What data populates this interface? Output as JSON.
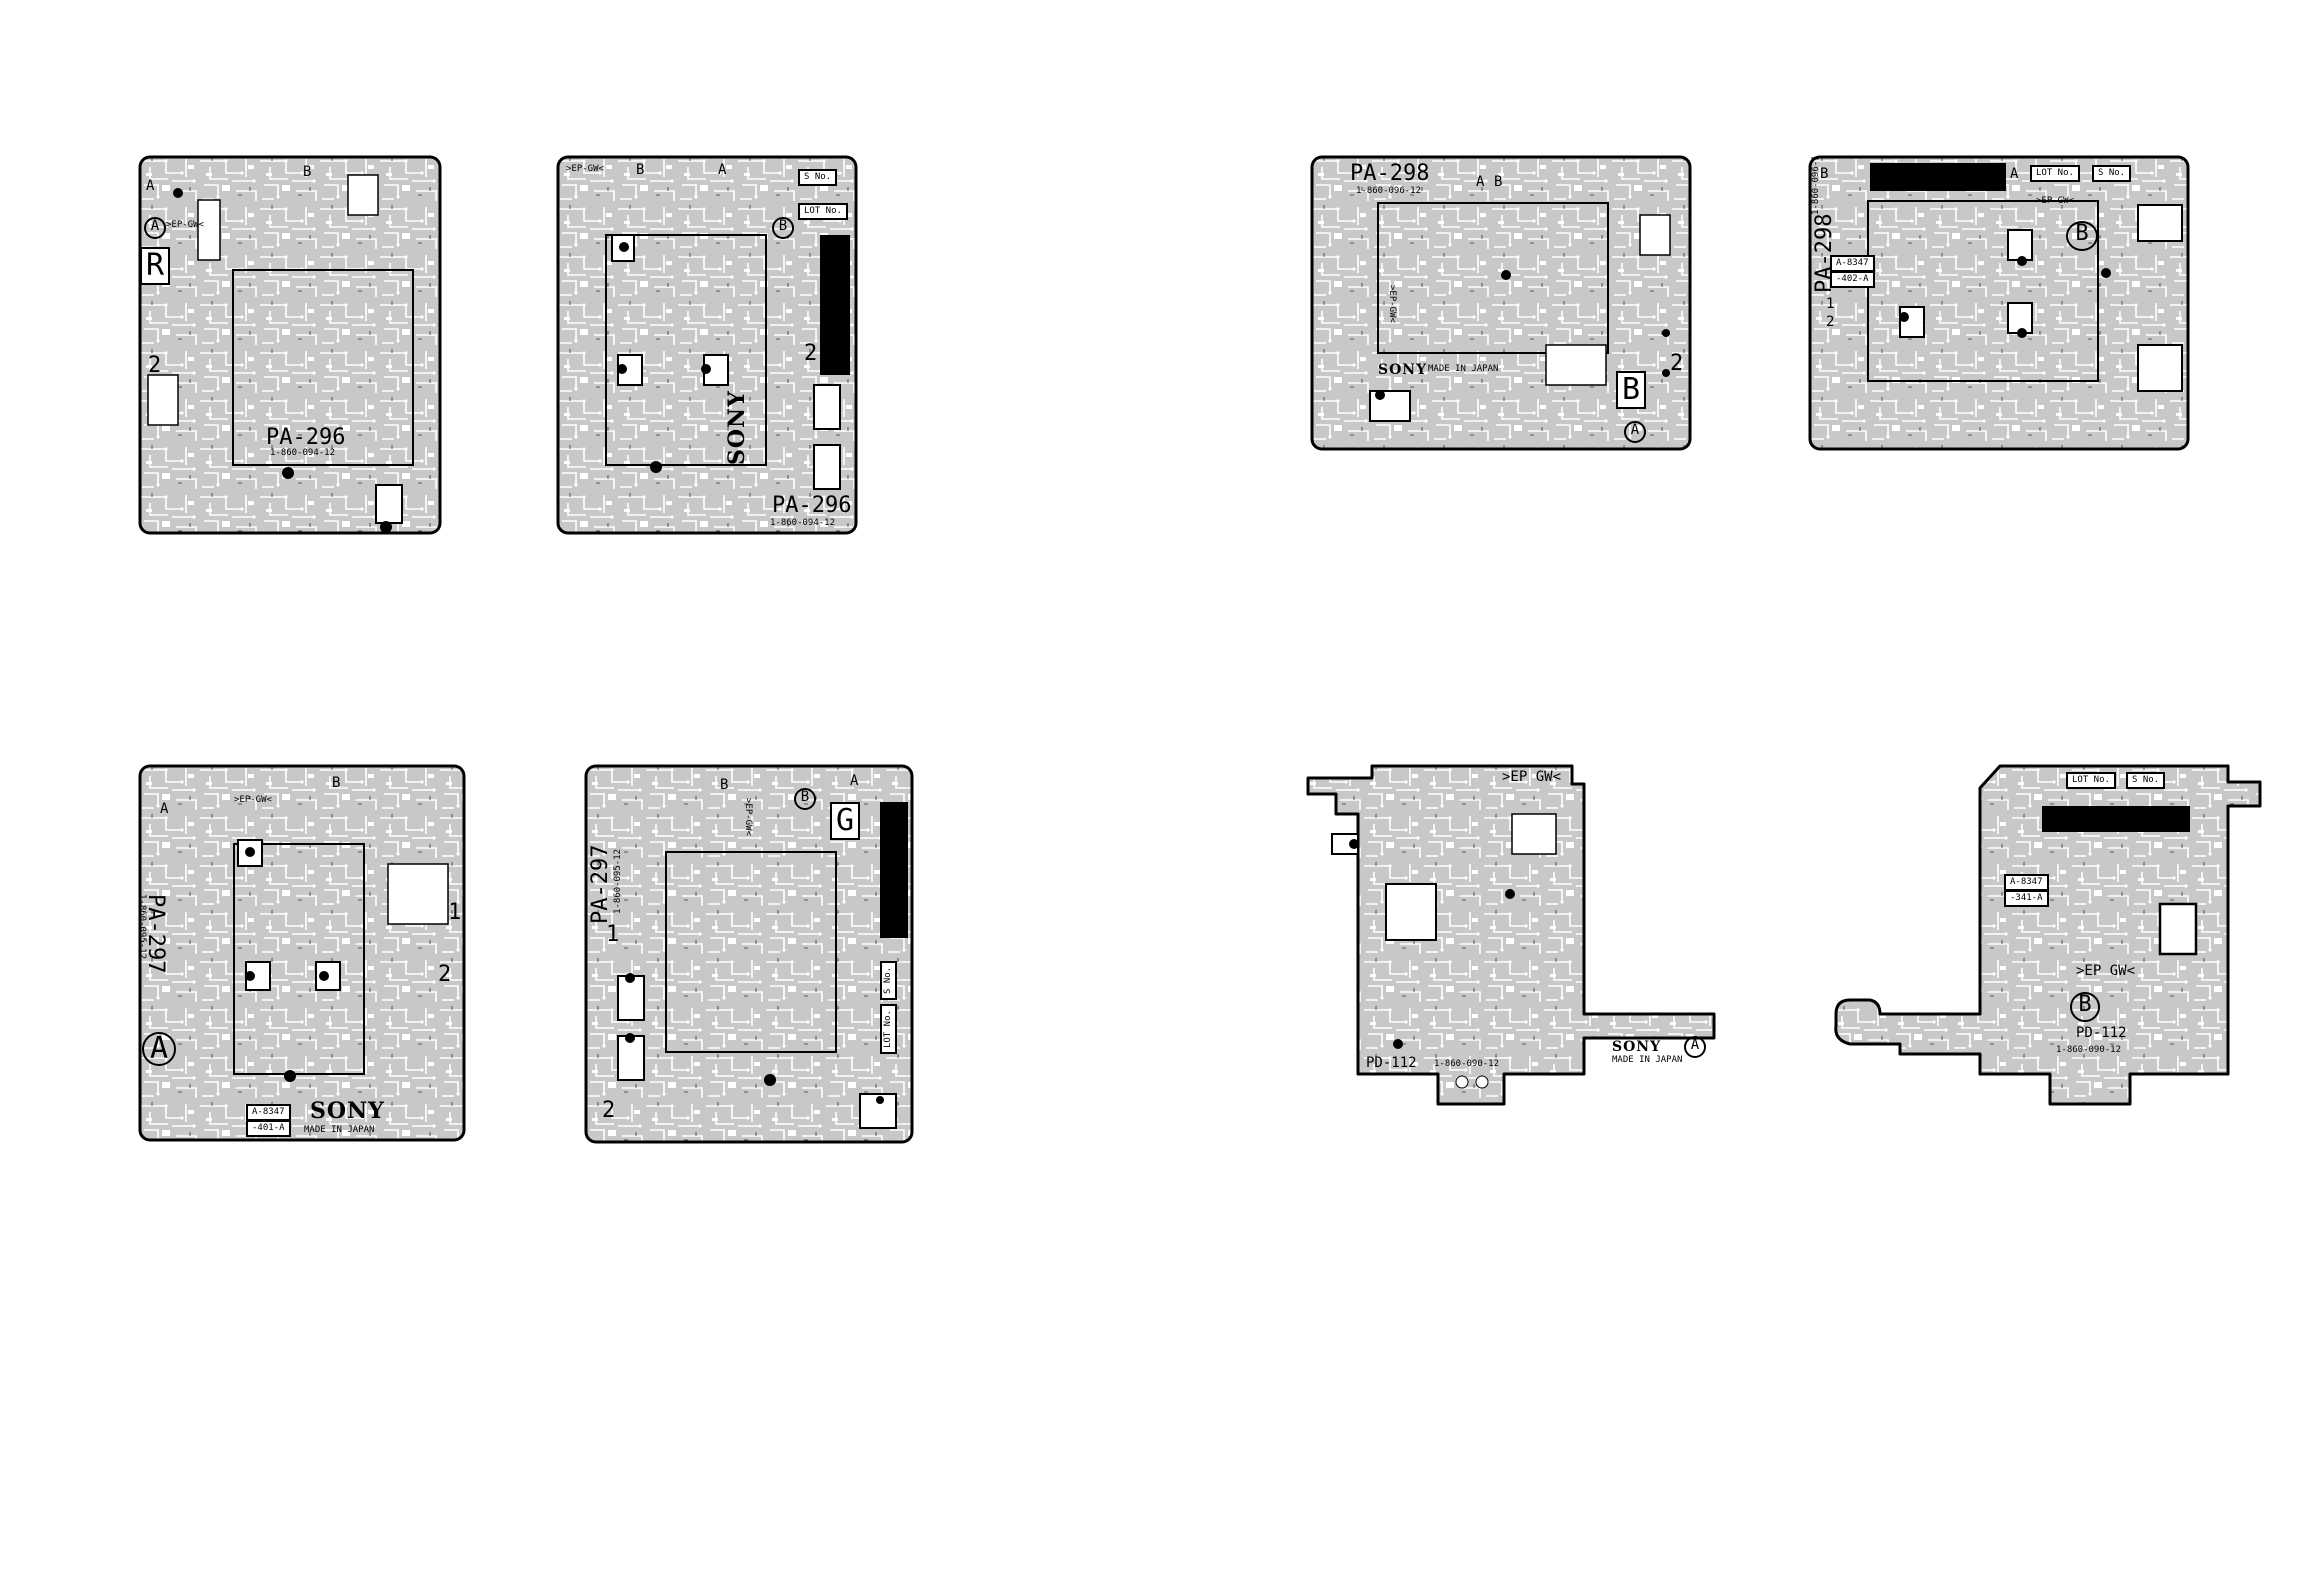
{
  "boards": {
    "pa296_a": {
      "model": "PA-296",
      "part": "1-860-094-12",
      "side_a": "A",
      "side_b": "B",
      "side_r": "R",
      "circle": "A",
      "ep": ">EP-GW<",
      "num2": "2"
    },
    "pa296_b": {
      "model": "PA-296",
      "part": "1-860-094-12",
      "side_a": "A",
      "side_b": "B",
      "circle": "B",
      "ep": ">EP-GW<",
      "lot": "LOT No.",
      "sno": "S No.",
      "sony": "SONY",
      "num2": "2"
    },
    "pa298_a": {
      "model": "PA-298",
      "part": "1-860-096-12",
      "side_a": "A",
      "side_b": "B",
      "circle": "A",
      "ep": ">EP-GW<",
      "sony": "SONY",
      "made": "MADE IN JAPAN",
      "b_mark": "B",
      "num2": "2"
    },
    "pa298_b": {
      "model": "PA-298",
      "part": "1-860-096-12",
      "side_a": "A",
      "side_b": "B",
      "circle": "B",
      "ep": ">EP-GW<",
      "lot": "LOT No.",
      "sno": "S No.",
      "asm1": "A-8347",
      "asm2": "-402-A",
      "num1": "1",
      "num2": "2"
    },
    "pa297_a": {
      "model": "PA-297",
      "part": "1-860-095-12",
      "side_a": "A",
      "side_b": "B",
      "circle": "A",
      "ep": ">EP-GW<",
      "sony": "SONY",
      "made": "MADE IN JAPAN",
      "asm1": "A-8347",
      "asm2": "-401-A",
      "num1": "1",
      "num2": "2"
    },
    "pa297_b": {
      "model": "PA-297",
      "part": "1-860-095-12",
      "side_a": "A",
      "side_b": "B",
      "circle": "B",
      "ep": ">EP-GW<",
      "side_g": "G",
      "lot": "LOT No.",
      "sno": "S No.",
      "num1": "1",
      "num2": "2"
    },
    "pd112_a": {
      "model": "PD-112",
      "part": "1-860-090-12",
      "circle": "A",
      "ep": ">EP GW<",
      "sony": "SONY",
      "made": "MADE IN JAPAN"
    },
    "pd112_b": {
      "model": "PD-112",
      "part": "1-860-090-12",
      "circle": "B",
      "ep": ">EP GW<",
      "lot": "LOT No.",
      "sno": "S No.",
      "asm1": "A-8347",
      "asm2": "-341-A"
    }
  }
}
